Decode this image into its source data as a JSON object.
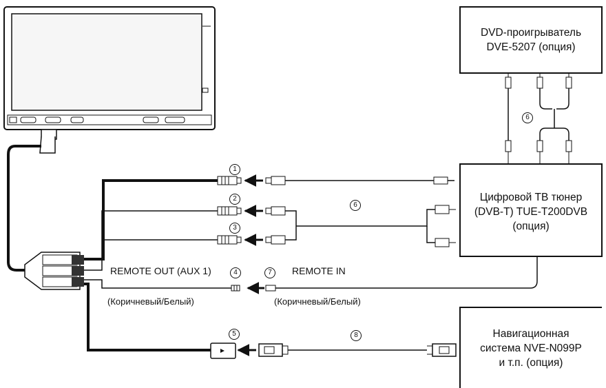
{
  "devices": {
    "dvd_player": {
      "line1": "DVD-проигрыватель",
      "line2": "DVE-5207 (опция)"
    },
    "tv_tuner": {
      "line1": "Цифровой ТВ тюнер",
      "line2": "(DVB-T) TUE-T200DVB",
      "line3": "(опция)"
    },
    "navigation": {
      "line1": "Навигационная",
      "line2": "система NVE-N099P",
      "line3": "и т.п. (опция)"
    }
  },
  "labels": {
    "remote_out": "REMOTE OUT (AUX 1)",
    "remote_in": "REMOTE IN",
    "brown_white_left": "(Коричневый/Белый)",
    "brown_white_right": "(Коричневый/Белый)"
  },
  "numbers": {
    "n1": "1",
    "n2": "2",
    "n3": "3",
    "n4": "4",
    "n5": "5",
    "n6_top": "6",
    "n6_mid": "6",
    "n7": "7",
    "n8": "8"
  },
  "colors": {
    "line": "#111111",
    "background": "#ffffff",
    "screen": "#f4f4f4"
  }
}
